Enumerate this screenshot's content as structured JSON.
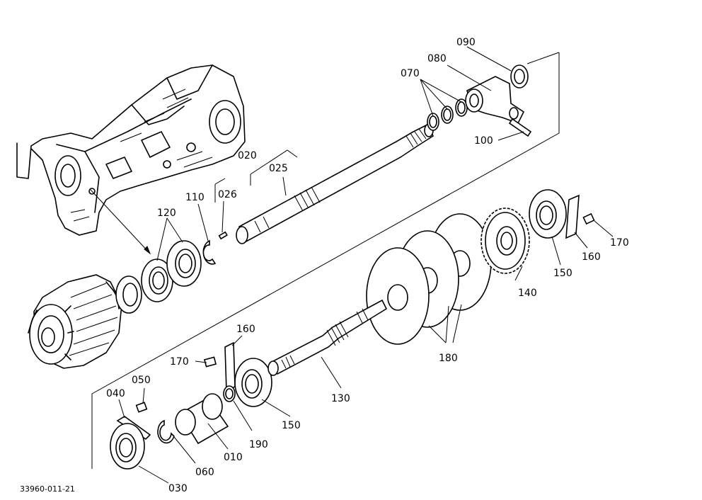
{
  "labels": {
    "p010": "010",
    "p020": "020",
    "p025": "025",
    "p026": "026",
    "p030": "030",
    "p040": "040",
    "p050": "050",
    "p060": "060",
    "p070": "070",
    "p080": "080",
    "p090": "090",
    "p100": "100",
    "p110": "110",
    "p120": "120",
    "p130": "130",
    "p140": "140",
    "p150a": "150",
    "p150b": "150",
    "p160a": "160",
    "p160b": "160",
    "p170a": "170",
    "p170b": "170",
    "p180": "180",
    "p190": "190"
  },
  "reference_number": "33960-011-21"
}
